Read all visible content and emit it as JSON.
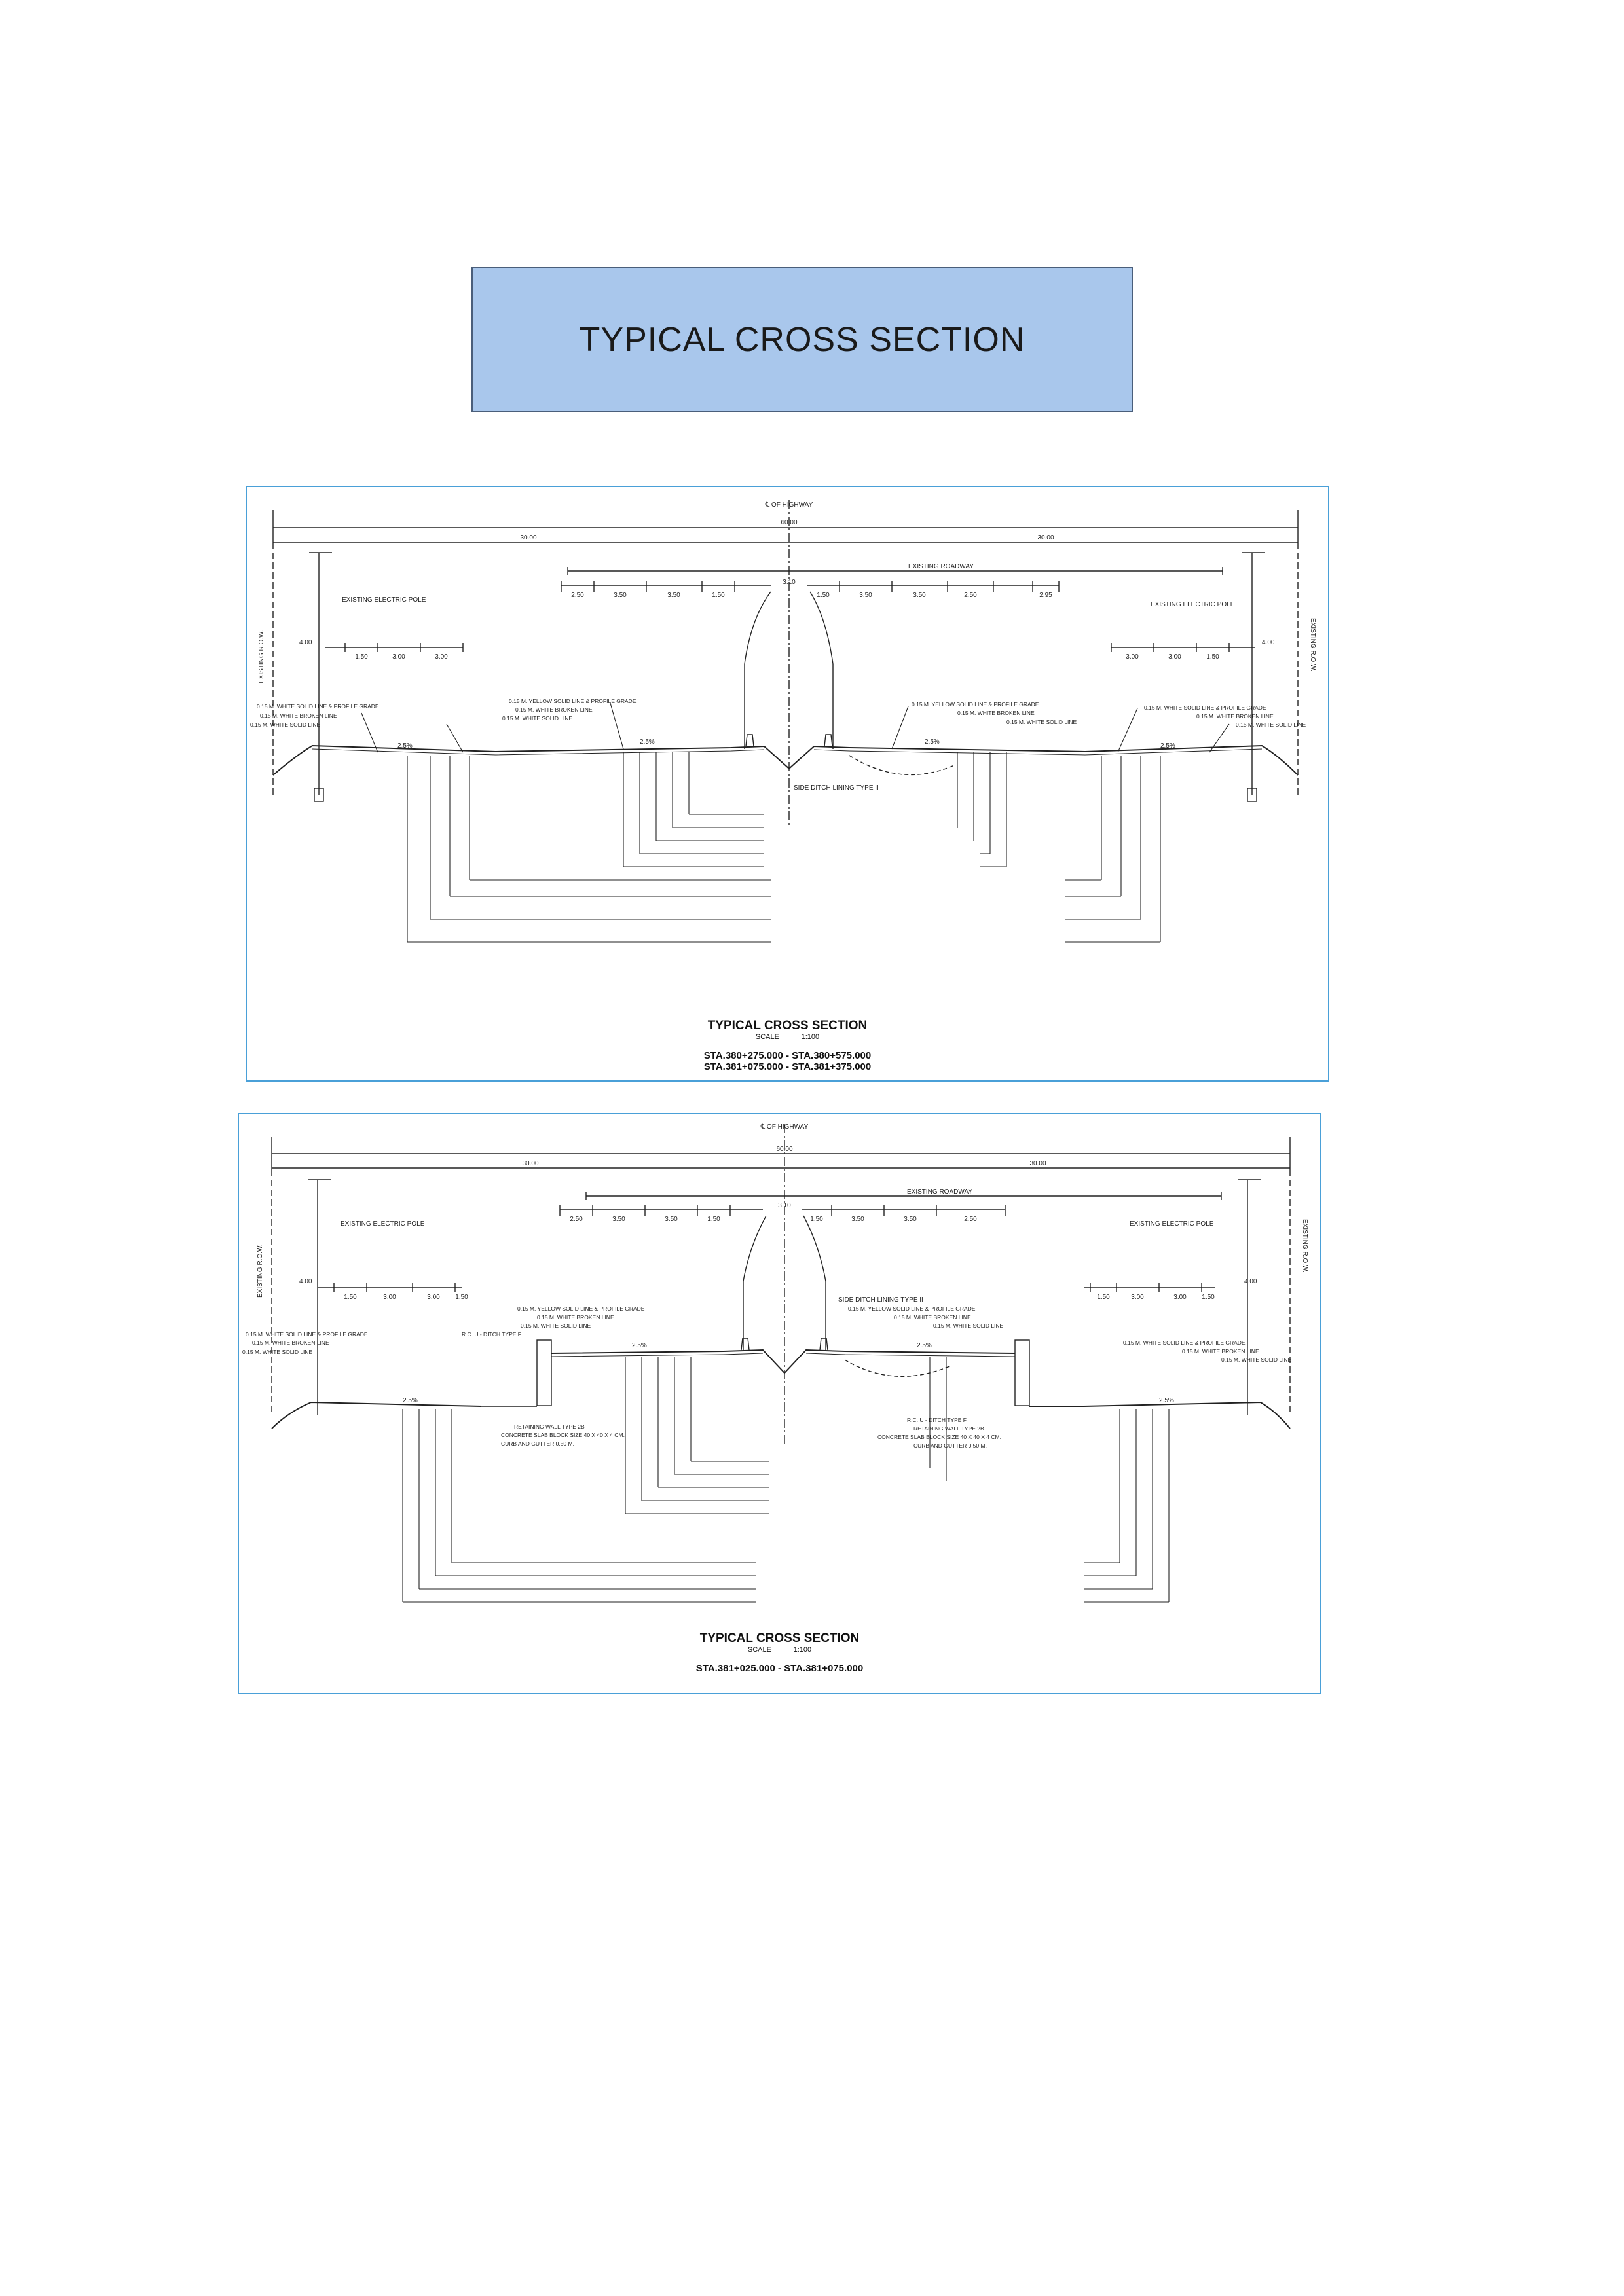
{
  "header": {
    "title": "TYPICAL CROSS SECTION"
  },
  "sections": [
    {
      "centerline": "℄ OF HIGHWAY",
      "half_width_left": "30.00",
      "half_width_right": "30.00",
      "total_width": "60.00",
      "existing_roadway": "EXISTING ROADWAY",
      "existing_electric_pole_left": "EXISTING ELECTRIC POLE",
      "existing_electric_pole_right": "EXISTING ELECTRIC POLE",
      "row_left": "EXISTING R.O.W.",
      "row_right": "EXISTING R.O.W.",
      "lane_dims_main_left": [
        "2.50",
        "3.50",
        "3.50",
        "1.50"
      ],
      "lane_dims_main_right": [
        "1.50",
        "3.50",
        "3.50",
        "2.50",
        "2.95"
      ],
      "lane_dims_front_left": [
        "1.50",
        "3.00",
        "3.00"
      ],
      "lane_dims_front_right": [
        "3.00",
        "3.00",
        "1.50"
      ],
      "frontage_width_left": "4.00",
      "frontage_width_right": "4.00",
      "median_width": "3.10",
      "slope": "2.5%",
      "callouts_left": [
        "0.15 M. YELLOW SOLID LINE & PROFILE GRADE",
        "0.15 M. WHITE BROKEN LINE",
        "0.15 M. WHITE SOLID LINE",
        "0.15 M. WHITE SOLID LINE & PROFILE GRADE",
        "0.15 M. WHITE BROKEN LINE",
        "0.15 M. WHITE SOLID LINE"
      ],
      "callouts_right": [
        "0.15 M. YELLOW SOLID LINE & PROFILE GRADE",
        "0.15 M. WHITE BROKEN LINE",
        "0.15 M. WHITE SOLID LINE",
        "0.15 M. WHITE SOLID LINE & PROFILE GRADE",
        "0.15 M. WHITE BROKEN LINE",
        "0.15 M. WHITE SOLID LINE"
      ],
      "ditch_label": "SIDE DITCH LINING TYPE II",
      "caption_title": "TYPICAL CROSS SECTION",
      "scale_label": "SCALE",
      "scale_value": "1:100",
      "stations": [
        "STA.380+275.000 - STA.380+575.000",
        "STA.381+075.000 - STA.381+375.000"
      ]
    },
    {
      "centerline": "℄ OF HIGHWAY",
      "half_width_left": "30.00",
      "half_width_right": "30.00",
      "total_width": "60.00",
      "existing_roadway": "EXISTING ROADWAY",
      "existing_electric_pole_left": "EXISTING ELECTRIC POLE",
      "existing_electric_pole_right": "EXISTING ELECTRIC POLE",
      "row_left": "EXISTING R.O.W.",
      "row_right": "EXISTING R.O.W.",
      "lane_dims_main_left": [
        "2.50",
        "3.50",
        "3.50",
        "1.50"
      ],
      "lane_dims_main_right": [
        "1.50",
        "3.50",
        "3.50",
        "2.50"
      ],
      "lane_dims_front_left": [
        "1.50",
        "3.00",
        "3.00",
        "1.50"
      ],
      "lane_dims_front_right": [
        "1.50",
        "3.00",
        "3.00",
        "1.50"
      ],
      "frontage_width_left": "4.00",
      "frontage_width_right": "4.00",
      "median_width": "3.10",
      "slope": "2.5%",
      "ditch_label": "SIDE DITCH LINING TYPE II",
      "callouts_left": [
        "0.15 M. YELLOW SOLID LINE & PROFILE GRADE",
        "0.15 M. WHITE BROKEN LINE",
        "0.15 M. WHITE SOLID LINE",
        "R.C. U - DITCH TYPE F",
        "0.15 M. WHITE SOLID LINE & PROFILE GRADE",
        "0.15 M. WHITE BROKEN LINE",
        "0.15 M. WHITE SOLID LINE"
      ],
      "callouts_right": [
        "0.15 M. YELLOW SOLID LINE & PROFILE GRADE",
        "0.15 M. WHITE BROKEN LINE",
        "0.15 M. WHITE SOLID LINE",
        "0.15 M. WHITE SOLID LINE & PROFILE GRADE",
        "0.15 M. WHITE BROKEN LINE",
        "0.15 M. WHITE SOLID LINE"
      ],
      "wall_left": [
        "RETAINING WALL TYPE 2B",
        "CONCRETE SLAB BLOCK SIZE 40 X 40 X 4 CM.",
        "CURB AND GUTTER 0.50 M."
      ],
      "wall_right": [
        "R.C. U - DITCH TYPE F",
        "RETAINING WALL TYPE 2B",
        "CONCRETE SLAB BLOCK SIZE 40 X 40 X 4 CM.",
        "CURB AND GUTTER 0.50 M."
      ],
      "caption_title": "TYPICAL CROSS SECTION",
      "scale_label": "SCALE",
      "scale_value": "1:100",
      "stations": [
        "STA.381+025.000 - STA.381+075.000"
      ]
    }
  ]
}
